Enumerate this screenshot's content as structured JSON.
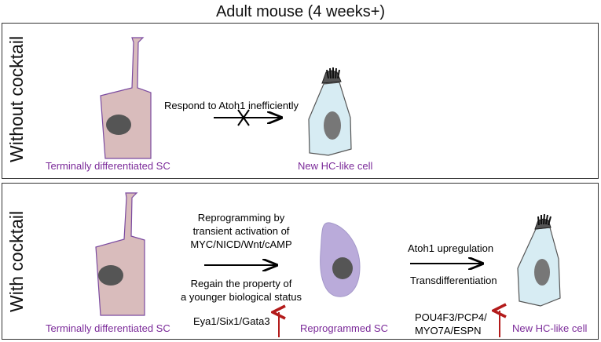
{
  "title": "Adult mouse (4 weeks+)",
  "panel_top": {
    "side_label": "Without cocktail",
    "sc_label": "Terminally differentiated SC",
    "arrow_label": "Respond to Atoh1 inefficiently",
    "hc_label": "New HC-like cell"
  },
  "panel_bottom": {
    "side_label": "With cocktail",
    "sc_label": "Terminally differentiated SC",
    "reprogram_text": [
      "Reprogramming by",
      "transient activation of",
      "MYC/NICD/Wnt/cAMP"
    ],
    "regain_text": [
      "Regain the property of",
      "a younger biological status"
    ],
    "markers_left": "Eya1/Six1/Gata3",
    "reprogrammed_label": "Reprogrammed SC",
    "atoh1_label": "Atoh1 upregulation",
    "transdiff_label": "Transdifferentiation",
    "markers_right": [
      "POU4F3/PCP4/",
      "MYO7A/ESPN"
    ],
    "hc_label": "New HC-like cell"
  },
  "colors": {
    "sc_fill": "#d9bcbc",
    "sc_outline": "#7b4aa0",
    "nucleus": "#555555",
    "hc_fill": "#d7ecf3",
    "reprogrammed_fill": "#b3a3d6",
    "label_purple": "#7b2a99",
    "up_arrow": "#b31b1b"
  }
}
